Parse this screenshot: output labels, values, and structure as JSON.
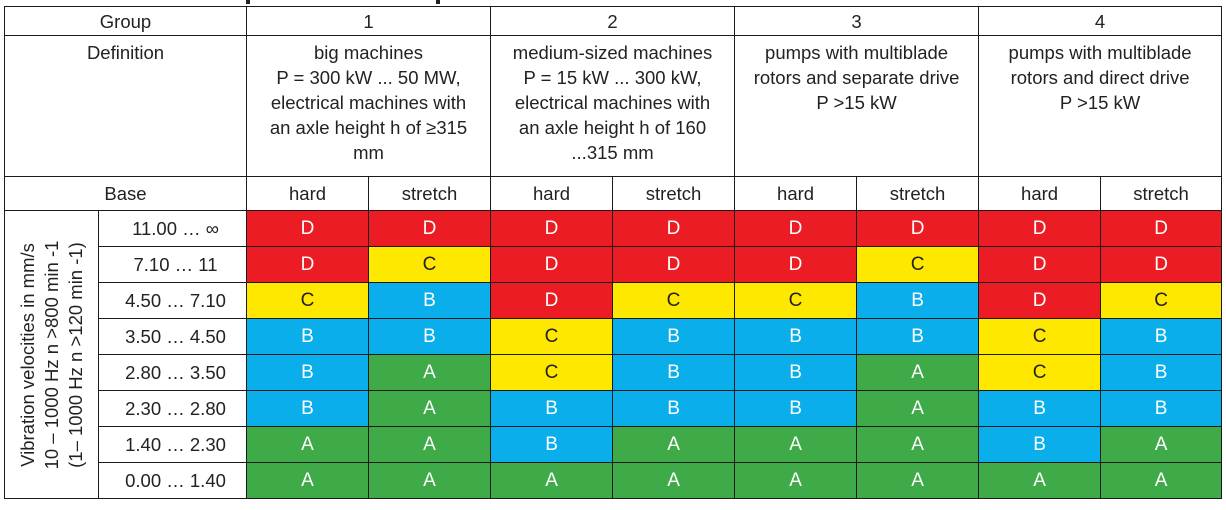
{
  "header": {
    "group_label": "Group",
    "definition_label": "Definition",
    "base_label": "Base",
    "vertical_label": "Vibration velocities in mm/s\n10 – 1000 Hz n >800 min -1\n(1– 1000 Hz n >120 min -1)"
  },
  "groups": [
    {
      "number": "1",
      "definition": "big machines\nP = 300 kW ... 50 MW,\nelectrical machines with\nan axle height h of ≥315\nmm"
    },
    {
      "number": "2",
      "definition": "medium-sized machines\nP = 15 kW ... 300 kW,\nelectrical machines with\nan axle height h of 160\n...315 mm"
    },
    {
      "number": "3",
      "definition": "pumps with multiblade\nrotors and separate drive\nP >15 kW"
    },
    {
      "number": "4",
      "definition": "pumps with multiblade\nrotors and direct drive\nP >15 kW"
    }
  ],
  "base_labels": [
    "hard",
    "stretch",
    "hard",
    "stretch",
    "hard",
    "stretch",
    "hard",
    "stretch"
  ],
  "grade_colors": {
    "A": "#3eaa48",
    "B": "#0aaeea",
    "C": "#ffe800",
    "D": "#ec1c24"
  },
  "rows": [
    {
      "range": "11.00 … ∞",
      "grades": [
        "D",
        "D",
        "D",
        "D",
        "D",
        "D",
        "D",
        "D"
      ]
    },
    {
      "range": "7.10 … 11",
      "grades": [
        "D",
        "C",
        "D",
        "D",
        "D",
        "C",
        "D",
        "D"
      ]
    },
    {
      "range": "4.50 … 7.10",
      "grades": [
        "C",
        "B",
        "D",
        "C",
        "C",
        "B",
        "D",
        "C"
      ]
    },
    {
      "range": "3.50 … 4.50",
      "grades": [
        "B",
        "B",
        "C",
        "B",
        "B",
        "B",
        "C",
        "B"
      ]
    },
    {
      "range": "2.80 … 3.50",
      "grades": [
        "B",
        "A",
        "C",
        "B",
        "B",
        "A",
        "C",
        "B"
      ]
    },
    {
      "range": "2.30 … 2.80",
      "grades": [
        "B",
        "A",
        "B",
        "B",
        "B",
        "A",
        "B",
        "B"
      ]
    },
    {
      "range": "1.40 … 2.30",
      "grades": [
        "A",
        "A",
        "B",
        "A",
        "A",
        "A",
        "B",
        "A"
      ]
    },
    {
      "range": "0.00  … 1.40",
      "grades": [
        "A",
        "A",
        "A",
        "A",
        "A",
        "A",
        "A",
        "A"
      ]
    }
  ]
}
